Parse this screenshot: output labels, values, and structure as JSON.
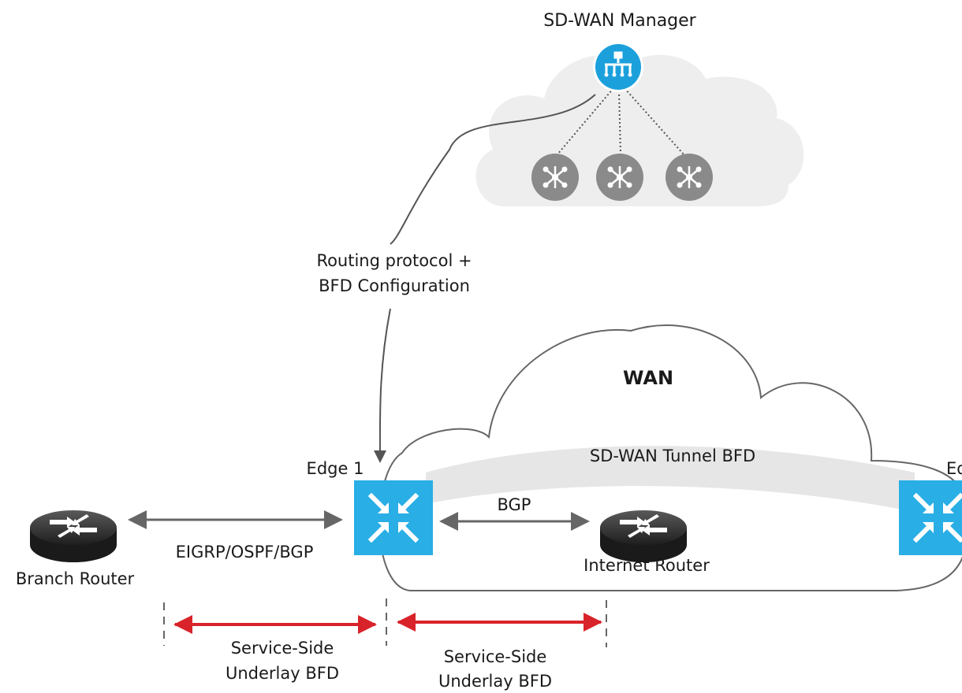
{
  "manager": {
    "title": "SD-WAN Manager"
  },
  "config_link": {
    "line1": "Routing protocol +",
    "line2": "BFD Configuration"
  },
  "wan": {
    "label": "WAN",
    "tunnel_label": "SD-WAN Tunnel BFD"
  },
  "edge1": {
    "label": "Edge 1"
  },
  "edge2": {
    "label": "Ed"
  },
  "branch_router": {
    "label": "Branch Router"
  },
  "internet_router": {
    "label": "Internet Router"
  },
  "links": {
    "branch_edge": "EIGRP/OSPF/BGP",
    "edge_internet": "BGP"
  },
  "bfd_left": {
    "line1": "Service-Side",
    "line2": "Underlay BFD"
  },
  "bfd_right": {
    "line1": "Service-Side",
    "line2": "Underlay BFD"
  },
  "colors": {
    "edge_blue": "#29aee6",
    "manager_blue": "#1ba0dc",
    "bfd_red": "#d9232a",
    "arrow_grey": "#666666"
  }
}
